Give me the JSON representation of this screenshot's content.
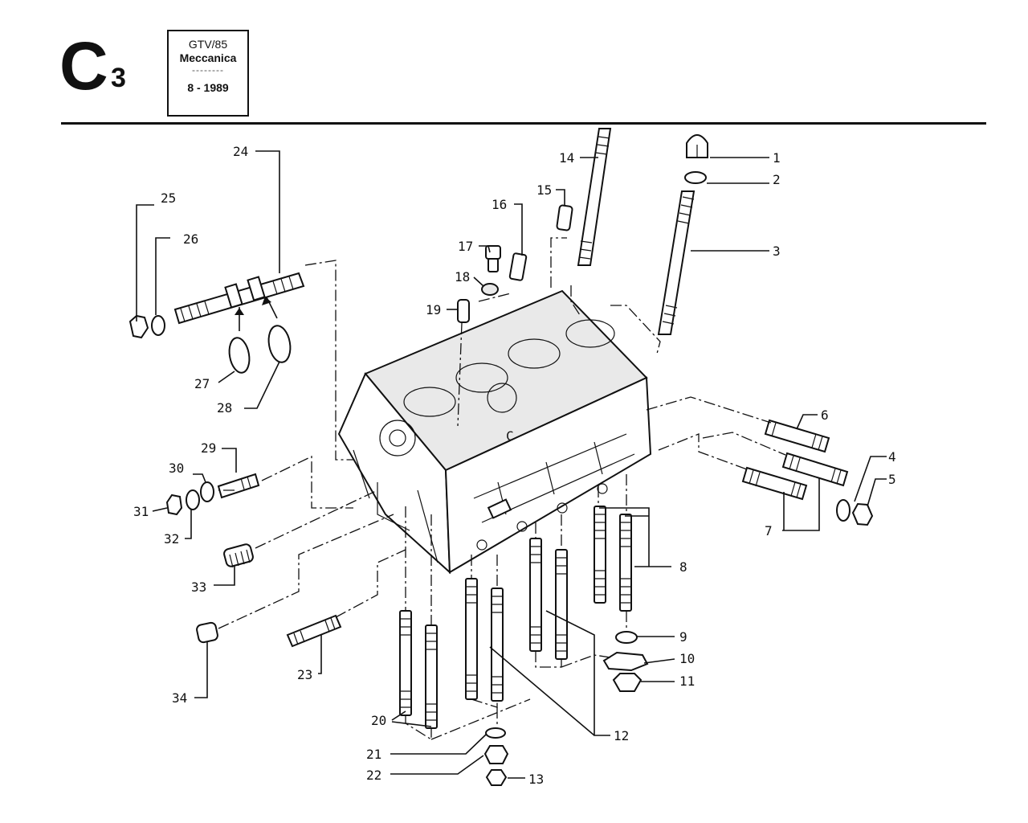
{
  "header": {
    "section_letter": "C",
    "section_number": "3",
    "model": "GTV/85",
    "category": "Meccanica",
    "separator": "--------",
    "date": "8 - 1989"
  },
  "callouts": [
    {
      "id": "c1",
      "text": "1"
    },
    {
      "id": "c2",
      "text": "2"
    },
    {
      "id": "c3",
      "text": "3"
    },
    {
      "id": "c4",
      "text": "4"
    },
    {
      "id": "c5",
      "text": "5"
    },
    {
      "id": "c6",
      "text": "6"
    },
    {
      "id": "c7",
      "text": "7"
    },
    {
      "id": "c8",
      "text": "8"
    },
    {
      "id": "c9",
      "text": "9"
    },
    {
      "id": "c10",
      "text": "10"
    },
    {
      "id": "c11",
      "text": "11"
    },
    {
      "id": "c12",
      "text": "12"
    },
    {
      "id": "c13",
      "text": "13"
    },
    {
      "id": "c14",
      "text": "14"
    },
    {
      "id": "c15",
      "text": "15"
    },
    {
      "id": "c16",
      "text": "16"
    },
    {
      "id": "c17",
      "text": "17"
    },
    {
      "id": "c18",
      "text": "18"
    },
    {
      "id": "c19",
      "text": "19"
    },
    {
      "id": "c20",
      "text": "20"
    },
    {
      "id": "c21",
      "text": "21"
    },
    {
      "id": "c22",
      "text": "22"
    },
    {
      "id": "c23",
      "text": "23"
    },
    {
      "id": "c24",
      "text": "24"
    },
    {
      "id": "c25",
      "text": "25"
    },
    {
      "id": "c26",
      "text": "26"
    },
    {
      "id": "c27",
      "text": "27"
    },
    {
      "id": "c28",
      "text": "28"
    },
    {
      "id": "c29",
      "text": "29"
    },
    {
      "id": "c30",
      "text": "30"
    },
    {
      "id": "c31",
      "text": "31"
    },
    {
      "id": "c32",
      "text": "32"
    },
    {
      "id": "c33",
      "text": "33"
    },
    {
      "id": "c34",
      "text": "34"
    }
  ],
  "block_marking": "C"
}
